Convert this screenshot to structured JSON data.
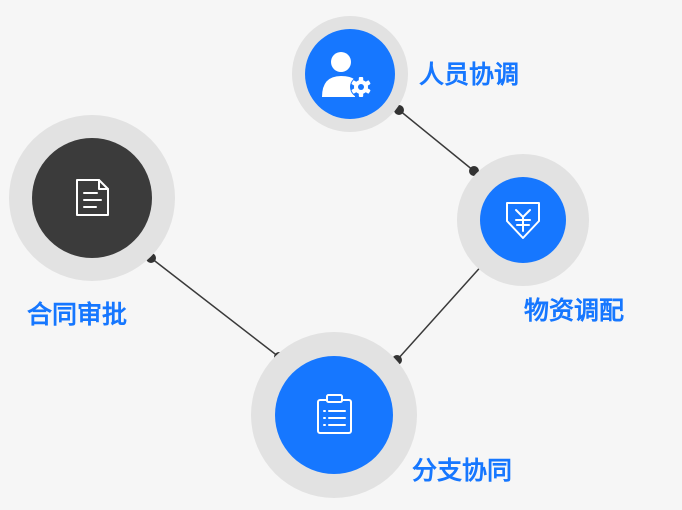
{
  "colors": {
    "accent_blue": "#1677ff",
    "dark_node": "#3b3b3b",
    "halo": "#e2e2e2",
    "connector": "#3a3a3a",
    "label_text": "#1677ff"
  },
  "nodes": {
    "renyuan_xietiao": {
      "label": "人员协调",
      "icon": "user-gear-icon"
    },
    "wuzi_diaopei": {
      "label": "物资调配",
      "icon": "yuan-shield-icon"
    },
    "hetong_shenpi": {
      "label": "合同审批",
      "icon": "document-icon"
    },
    "fenzhi_xietong": {
      "label": "分支协同",
      "icon": "clipboard-list-icon"
    }
  }
}
